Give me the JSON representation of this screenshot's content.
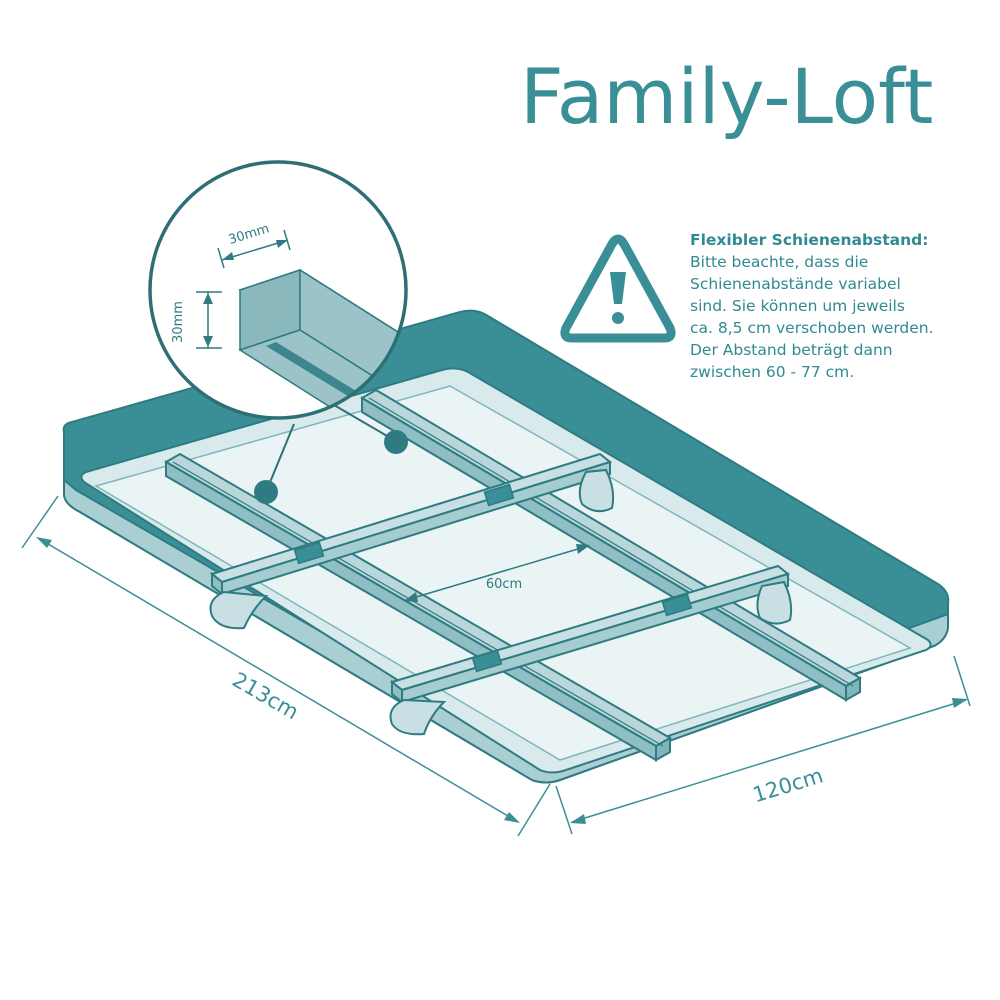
{
  "title": "Family-Loft",
  "note": {
    "heading": "Flexibler Schienenabstand:",
    "lines": [
      "Bitte beachte, dass die",
      "Schienenabstände variabel",
      "sind. Sie können um jeweils",
      "ca. 8,5 cm verschoben werden.",
      "Der Abstand beträgt dann",
      "zwischen 60 - 77 cm."
    ]
  },
  "dimensions": {
    "length": "213cm",
    "width": "120cm",
    "rail_spacing": "60cm",
    "profile_width": "30mm",
    "profile_height": "30mm"
  },
  "icons": {
    "warning": "warning-triangle-icon"
  },
  "colors": {
    "teal": "#3a8f97",
    "teal_dark": "#2e7b82",
    "mattress_light": "#e8f2f3",
    "rail_fill": "#b9d7da"
  }
}
